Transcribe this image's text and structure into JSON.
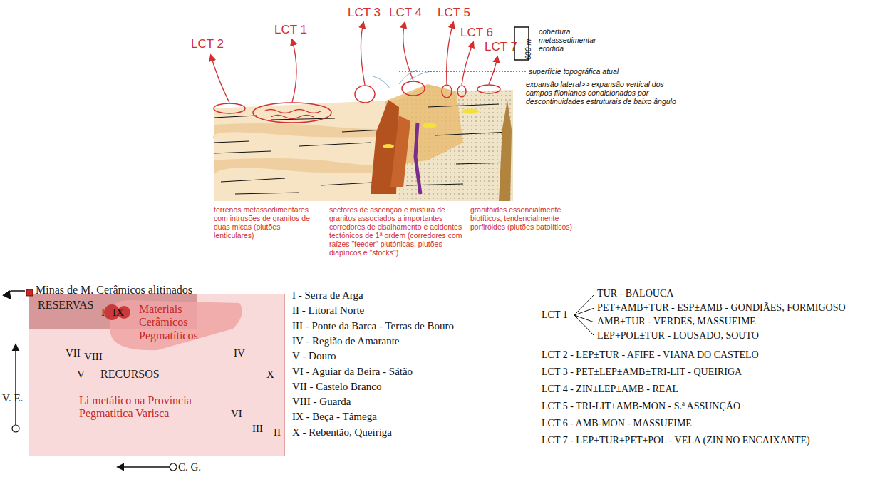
{
  "diagram": {
    "nodes": [
      {
        "text": [
          "RECURSOS",
          "Li metálico na Província Pegmatítica Varisca"
        ]
      },
      {
        "text": [
          "RESERVAS"
        ],
        "in": 0
      },
      {
        "text": [
          "Materiais Cerâmicos Pegmatíticos"
        ],
        "in": 0
      }
    ],
    "labels": [
      "LCT 2",
      "LCT 1",
      "LCT 3",
      "LCT 4",
      "LCT 5",
      "LCT 6",
      "LCT 7",
      "600 m",
      "cobertura metassedimentar erodida",
      "superfície topográfica atual",
      "expansão lateral>> expansão vertical dos campos filonianos condicionados por descontinuidades estruturais de baixo ângulo",
      "terrenos metassedimentares com intrusões de granitos de duas micas (plutões lenticulares)",
      "sectores de ascenção e mistura de granitos associados a importantes corredores de cisalhamento e acidentes tectónicos de 1ª ordem (corredores com raízes \"feeder\" plutónicas, plutões diapíricos e \"stocks\")",
      "granitóides essencialmente biotíticos, tendencialmente porfiróides (plutões batolíticos)",
      "Minas de M. Cerâmicos alitinados",
      "I",
      "IX",
      "VII",
      "VIII",
      "IV",
      "V",
      "X",
      "VI",
      "III",
      "II",
      "V. E.",
      "C. G.",
      "I - Serra de Arga",
      "II - Litoral Norte",
      "III - Ponte da Barca - Terras de Bouro",
      "IV - Região de Amarante",
      "V - Douro",
      "VI - Aguiar da Beira - Sátão",
      "VII - Castelo Branco",
      "VIII - Guarda",
      "IX - Beça - Tâmega",
      "X - Rebentão, Queiriga",
      "LCT 1",
      "TUR - BALOUCA",
      "PET+AMB+TUR - ESP±AMB - GONDIÃES, FORMIGOSO",
      "AMB±TUR - VERDES, MASSUEIME",
      "LEP+POL±TUR - LOUSADO, SOUTO",
      "LCT 2 - LEP±TUR - AFIFE - VIANA DO CASTELO",
      "LCT 3 - PET±LEP±AMB±TRI-LIT - QUEIRIGA",
      "LCT 4 - ZIN±LEP±AMB - REAL",
      "LCT 5 - TRI-LIT±AMB-MON - S.ª ASSUNÇÃO",
      "LCT 6 - AMB-MON - MASSUEIME",
      "LCT 7 - LEP±TUR±PET±POL - VELA (ZIN NO ENCAIXANTE)"
    ]
  }
}
